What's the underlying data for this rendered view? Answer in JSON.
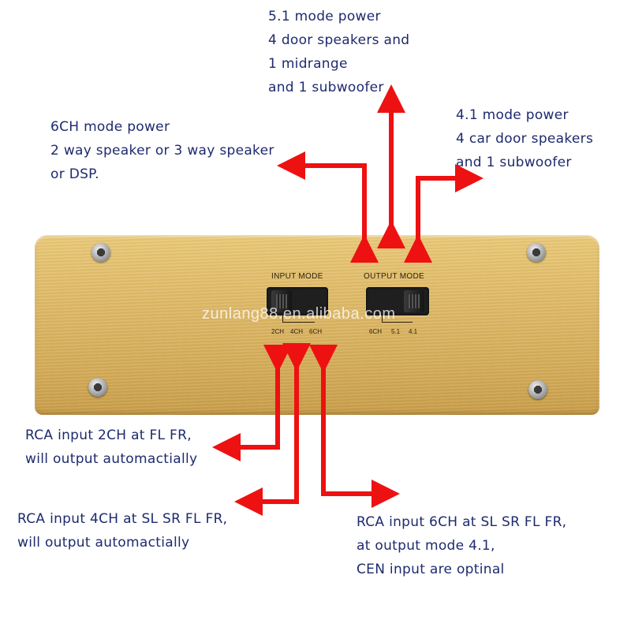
{
  "notes": {
    "mode_51": [
      "5.1 mode power",
      "4 door speakers and",
      "1 midrange",
      "and 1 subwoofer"
    ],
    "mode_6ch": [
      "6CH mode power",
      "2 way speaker or 3 way speaker",
      "or DSP."
    ],
    "mode_41": [
      "4.1 mode power",
      "4 car door speakers",
      "and 1 subwoofer"
    ],
    "rca_2ch": [
      "RCA input 2CH at FL FR,",
      "will output automactially"
    ],
    "rca_4ch": [
      "RCA input 4CH at SL SR FL FR,",
      "will output automactially"
    ],
    "rca_6ch": [
      "RCA input 6CH at SL SR FL FR,",
      "at output mode 4.1,",
      "CEN input are optinal"
    ]
  },
  "panel": {
    "input_mode": {
      "title": "INPUT  MODE",
      "options": [
        "2CH",
        "4CH",
        "6CH"
      ]
    },
    "output_mode": {
      "title": "OUTPUT  MODE",
      "options": [
        "6CH",
        "5.1",
        "4.1"
      ]
    },
    "watermark": "zunlang88.en.alibaba.com"
  },
  "colors": {
    "arrow": "#ee1111",
    "text": "#1e2a6e",
    "panel": "#ddb866"
  }
}
